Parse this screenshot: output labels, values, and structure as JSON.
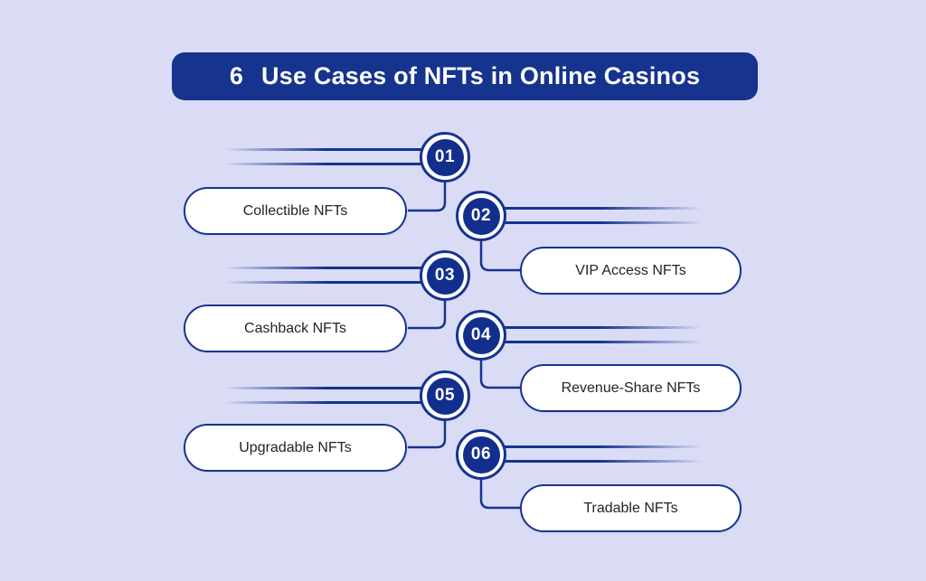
{
  "colors": {
    "background": "#dadcf6",
    "accent_blue": "#16338e",
    "circle_fill": "#132f8d",
    "pill_background": "#ffffff",
    "pill_text": "#20242c",
    "title_text": "#ffffff"
  },
  "title": {
    "number": "6",
    "text": "Use Cases of NFTs in Online Casinos"
  },
  "items": [
    {
      "number": "01",
      "label": "Collectible NFTs",
      "side": "left"
    },
    {
      "number": "02",
      "label": "VIP Access NFTs",
      "side": "right"
    },
    {
      "number": "03",
      "label": "Cashback NFTs",
      "side": "left"
    },
    {
      "number": "04",
      "label": "Revenue-Share NFTs",
      "side": "right"
    },
    {
      "number": "05",
      "label": "Upgradable NFTs",
      "side": "left"
    },
    {
      "number": "06",
      "label": "Tradable NFTs",
      "side": "right"
    }
  ]
}
